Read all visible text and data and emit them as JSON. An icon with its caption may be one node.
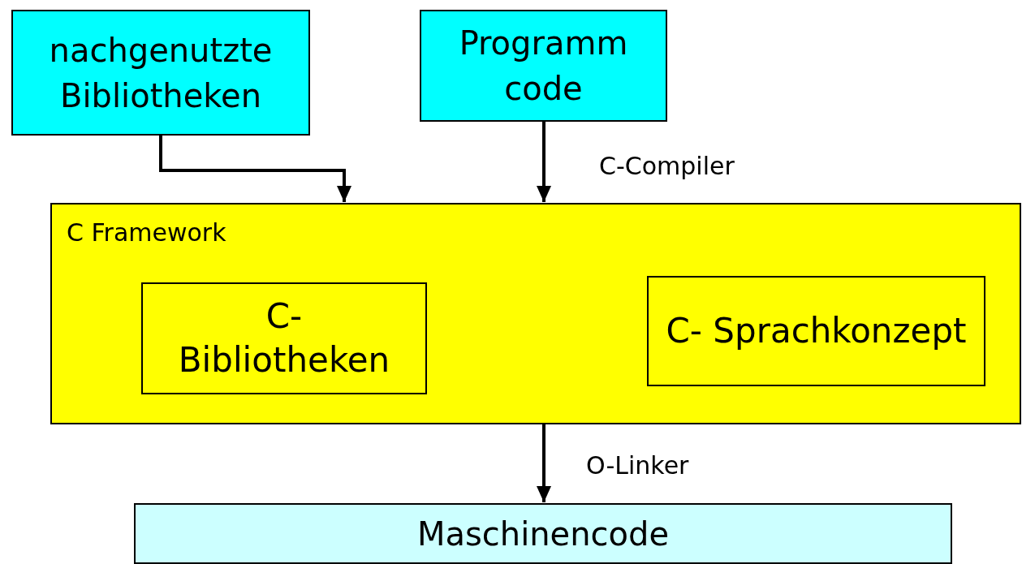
{
  "diagram": {
    "nodes": [
      {
        "text": [
          "nachgenutzte Bibliotheken"
        ]
      },
      {
        "text": [
          "Programm code"
        ]
      },
      {
        "text": [
          "C Framework"
        ]
      },
      {
        "text": [
          "C- Bibliotheken"
        ],
        "in": 2
      },
      {
        "text": [
          "C- Sprachkonzept"
        ],
        "in": 2
      },
      {
        "text": [
          "Maschinencode"
        ]
      }
    ],
    "edges": [
      {
        "from": 0,
        "to": 2,
        "arrow": "to"
      },
      {
        "from": 1,
        "to": 2,
        "arrow": "to",
        "label": "C-Compiler"
      },
      {
        "from": 2,
        "to": 5,
        "arrow": "to",
        "label": "O-Linker"
      }
    ]
  }
}
